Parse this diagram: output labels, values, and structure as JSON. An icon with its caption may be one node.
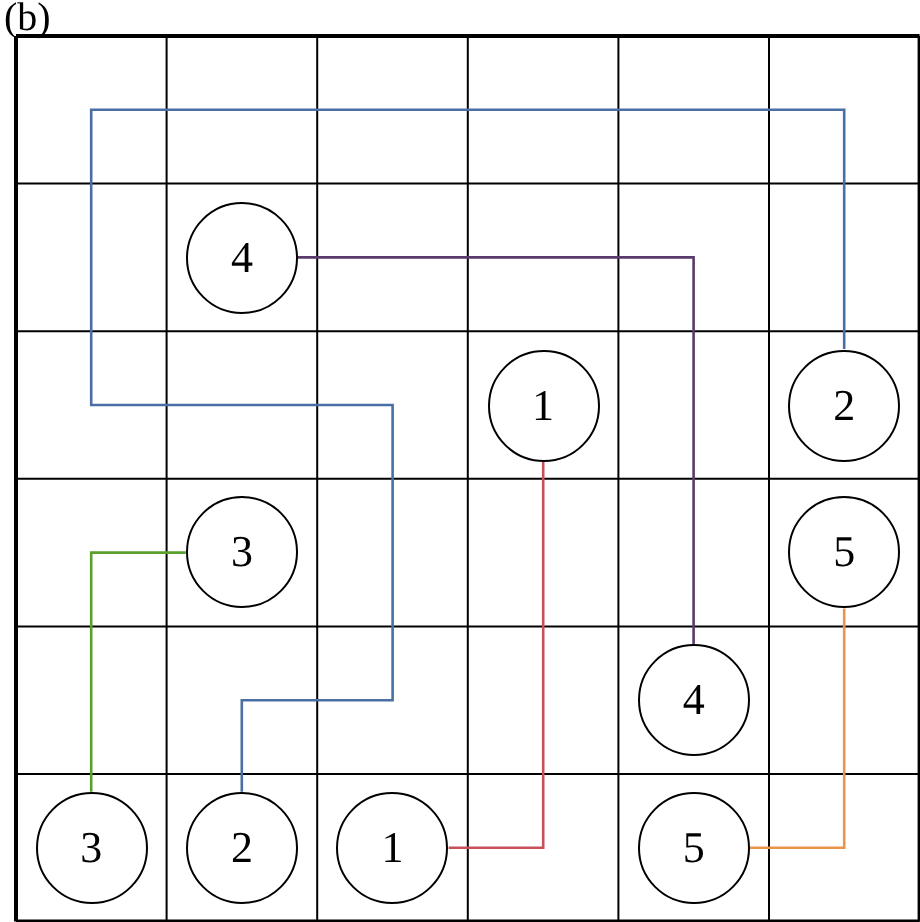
{
  "diagram": {
    "nodes": [
      {
        "text": [
          "4"
        ]
      },
      {
        "text": [
          "1"
        ]
      },
      {
        "text": [
          "2"
        ]
      },
      {
        "text": [
          "3"
        ]
      },
      {
        "text": [
          "5"
        ]
      },
      {
        "text": [
          "4"
        ]
      },
      {
        "text": [
          "3"
        ]
      },
      {
        "text": [
          "2"
        ]
      },
      {
        "text": [
          "1"
        ]
      },
      {
        "text": [
          "5"
        ]
      }
    ],
    "edges": [
      {
        "from": 0,
        "to": 5,
        "arrow": "none",
        "color": "#5a3a6a"
      },
      {
        "from": 1,
        "to": 8,
        "arrow": "none",
        "color": "#c8505a"
      },
      {
        "from": 2,
        "to": 7,
        "arrow": "none",
        "color": "#4a6fa5"
      },
      {
        "from": 3,
        "to": 6,
        "arrow": "none",
        "color": "#5aa02c"
      },
      {
        "from": 4,
        "to": 9,
        "arrow": "none",
        "color": "#e8954a"
      }
    ],
    "labels": [
      "(b)"
    ]
  }
}
